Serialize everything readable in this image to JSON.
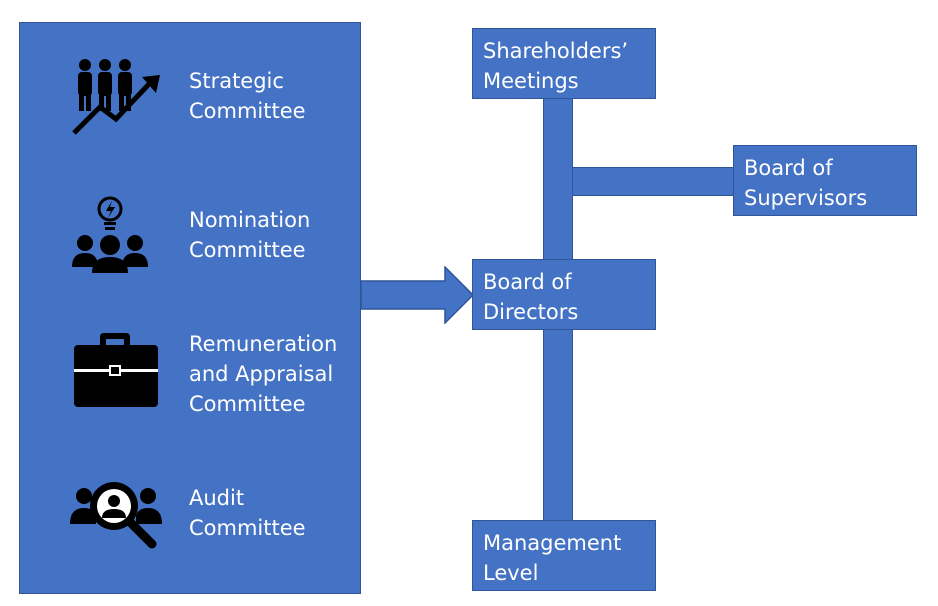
{
  "committees": [
    {
      "icon": "people-growth-icon",
      "label_line1": "Strategic",
      "label_line2": "Committee",
      "label_line3": ""
    },
    {
      "icon": "team-idea-icon",
      "label_line1": "Nomination",
      "label_line2": "Committee",
      "label_line3": ""
    },
    {
      "icon": "briefcase-icon",
      "label_line1": "Remuneration",
      "label_line2": "and Appraisal",
      "label_line3": "Committee"
    },
    {
      "icon": "audit-search-icon",
      "label_line1": "Audit",
      "label_line2": "Committee",
      "label_line3": ""
    }
  ],
  "nodes": {
    "shareholders": {
      "line1": "Shareholders’",
      "line2": "Meetings"
    },
    "supervisors": {
      "line1": "Board of",
      "line2": "Supervisors"
    },
    "directors": {
      "line1": "Board of",
      "line2": "Directors"
    },
    "management": {
      "line1": "Management",
      "line2": "Level"
    }
  },
  "colors": {
    "fill": "#4472c4",
    "border": "#2f5597",
    "text": "#ffffff",
    "icon": "#000000"
  }
}
